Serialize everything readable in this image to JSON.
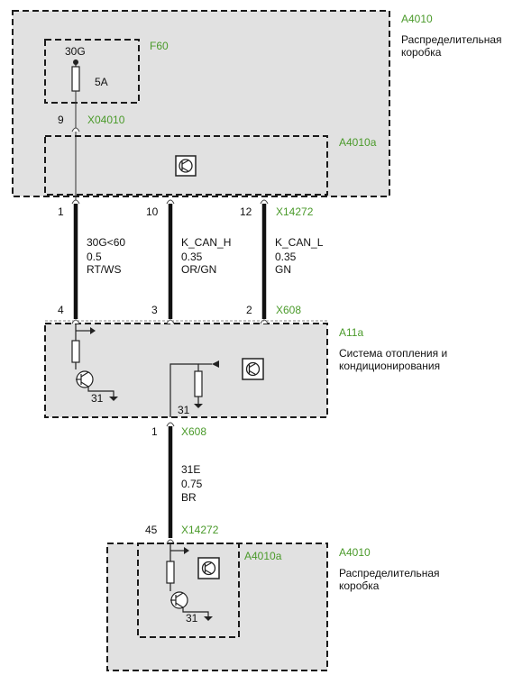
{
  "colors": {
    "label_green": "#4a9a2a",
    "box_fill": "#e1e1e1",
    "wire": "#111111"
  },
  "components": {
    "a4010_top": {
      "id": "A4010",
      "name_line1": "Распределительная",
      "name_line2": "коробка"
    },
    "f60": {
      "id": "F60",
      "terminal": "30G",
      "rating": "5A"
    },
    "x04010": {
      "connector": "X04010",
      "pin": "9"
    },
    "a4010a_top": {
      "id": "A4010a",
      "icon": "transistor-module-icon"
    },
    "x14272_top": {
      "connector": "X14272",
      "pins": [
        "1",
        "10",
        "12"
      ]
    },
    "x608_top": {
      "connector": "X608",
      "pins": [
        "4",
        "3",
        "2"
      ]
    },
    "a11a": {
      "id": "A11a",
      "name_line1": "Система отопления и",
      "name_line2": "кондиционирования",
      "ground_left": "31",
      "ground_right": "31"
    },
    "x608_bottom": {
      "connector": "X608",
      "pin": "1"
    },
    "x14272_bottom": {
      "connector": "X14272",
      "pin": "45"
    },
    "a4010_bottom": {
      "id": "A4010",
      "name_line1": "Распределительная",
      "name_line2": "коробка",
      "ground": "31"
    },
    "a4010a_bottom": {
      "id": "A4010a"
    }
  },
  "wires": [
    {
      "signal": "30G<60",
      "gauge": "0.5",
      "color": "RT/WS"
    },
    {
      "signal": "K_CAN_H",
      "gauge": "0.35",
      "color": "OR/GN"
    },
    {
      "signal": "K_CAN_L",
      "gauge": "0.35",
      "color": "GN"
    },
    {
      "signal": "31E",
      "gauge": "0.75",
      "color": "BR"
    }
  ]
}
